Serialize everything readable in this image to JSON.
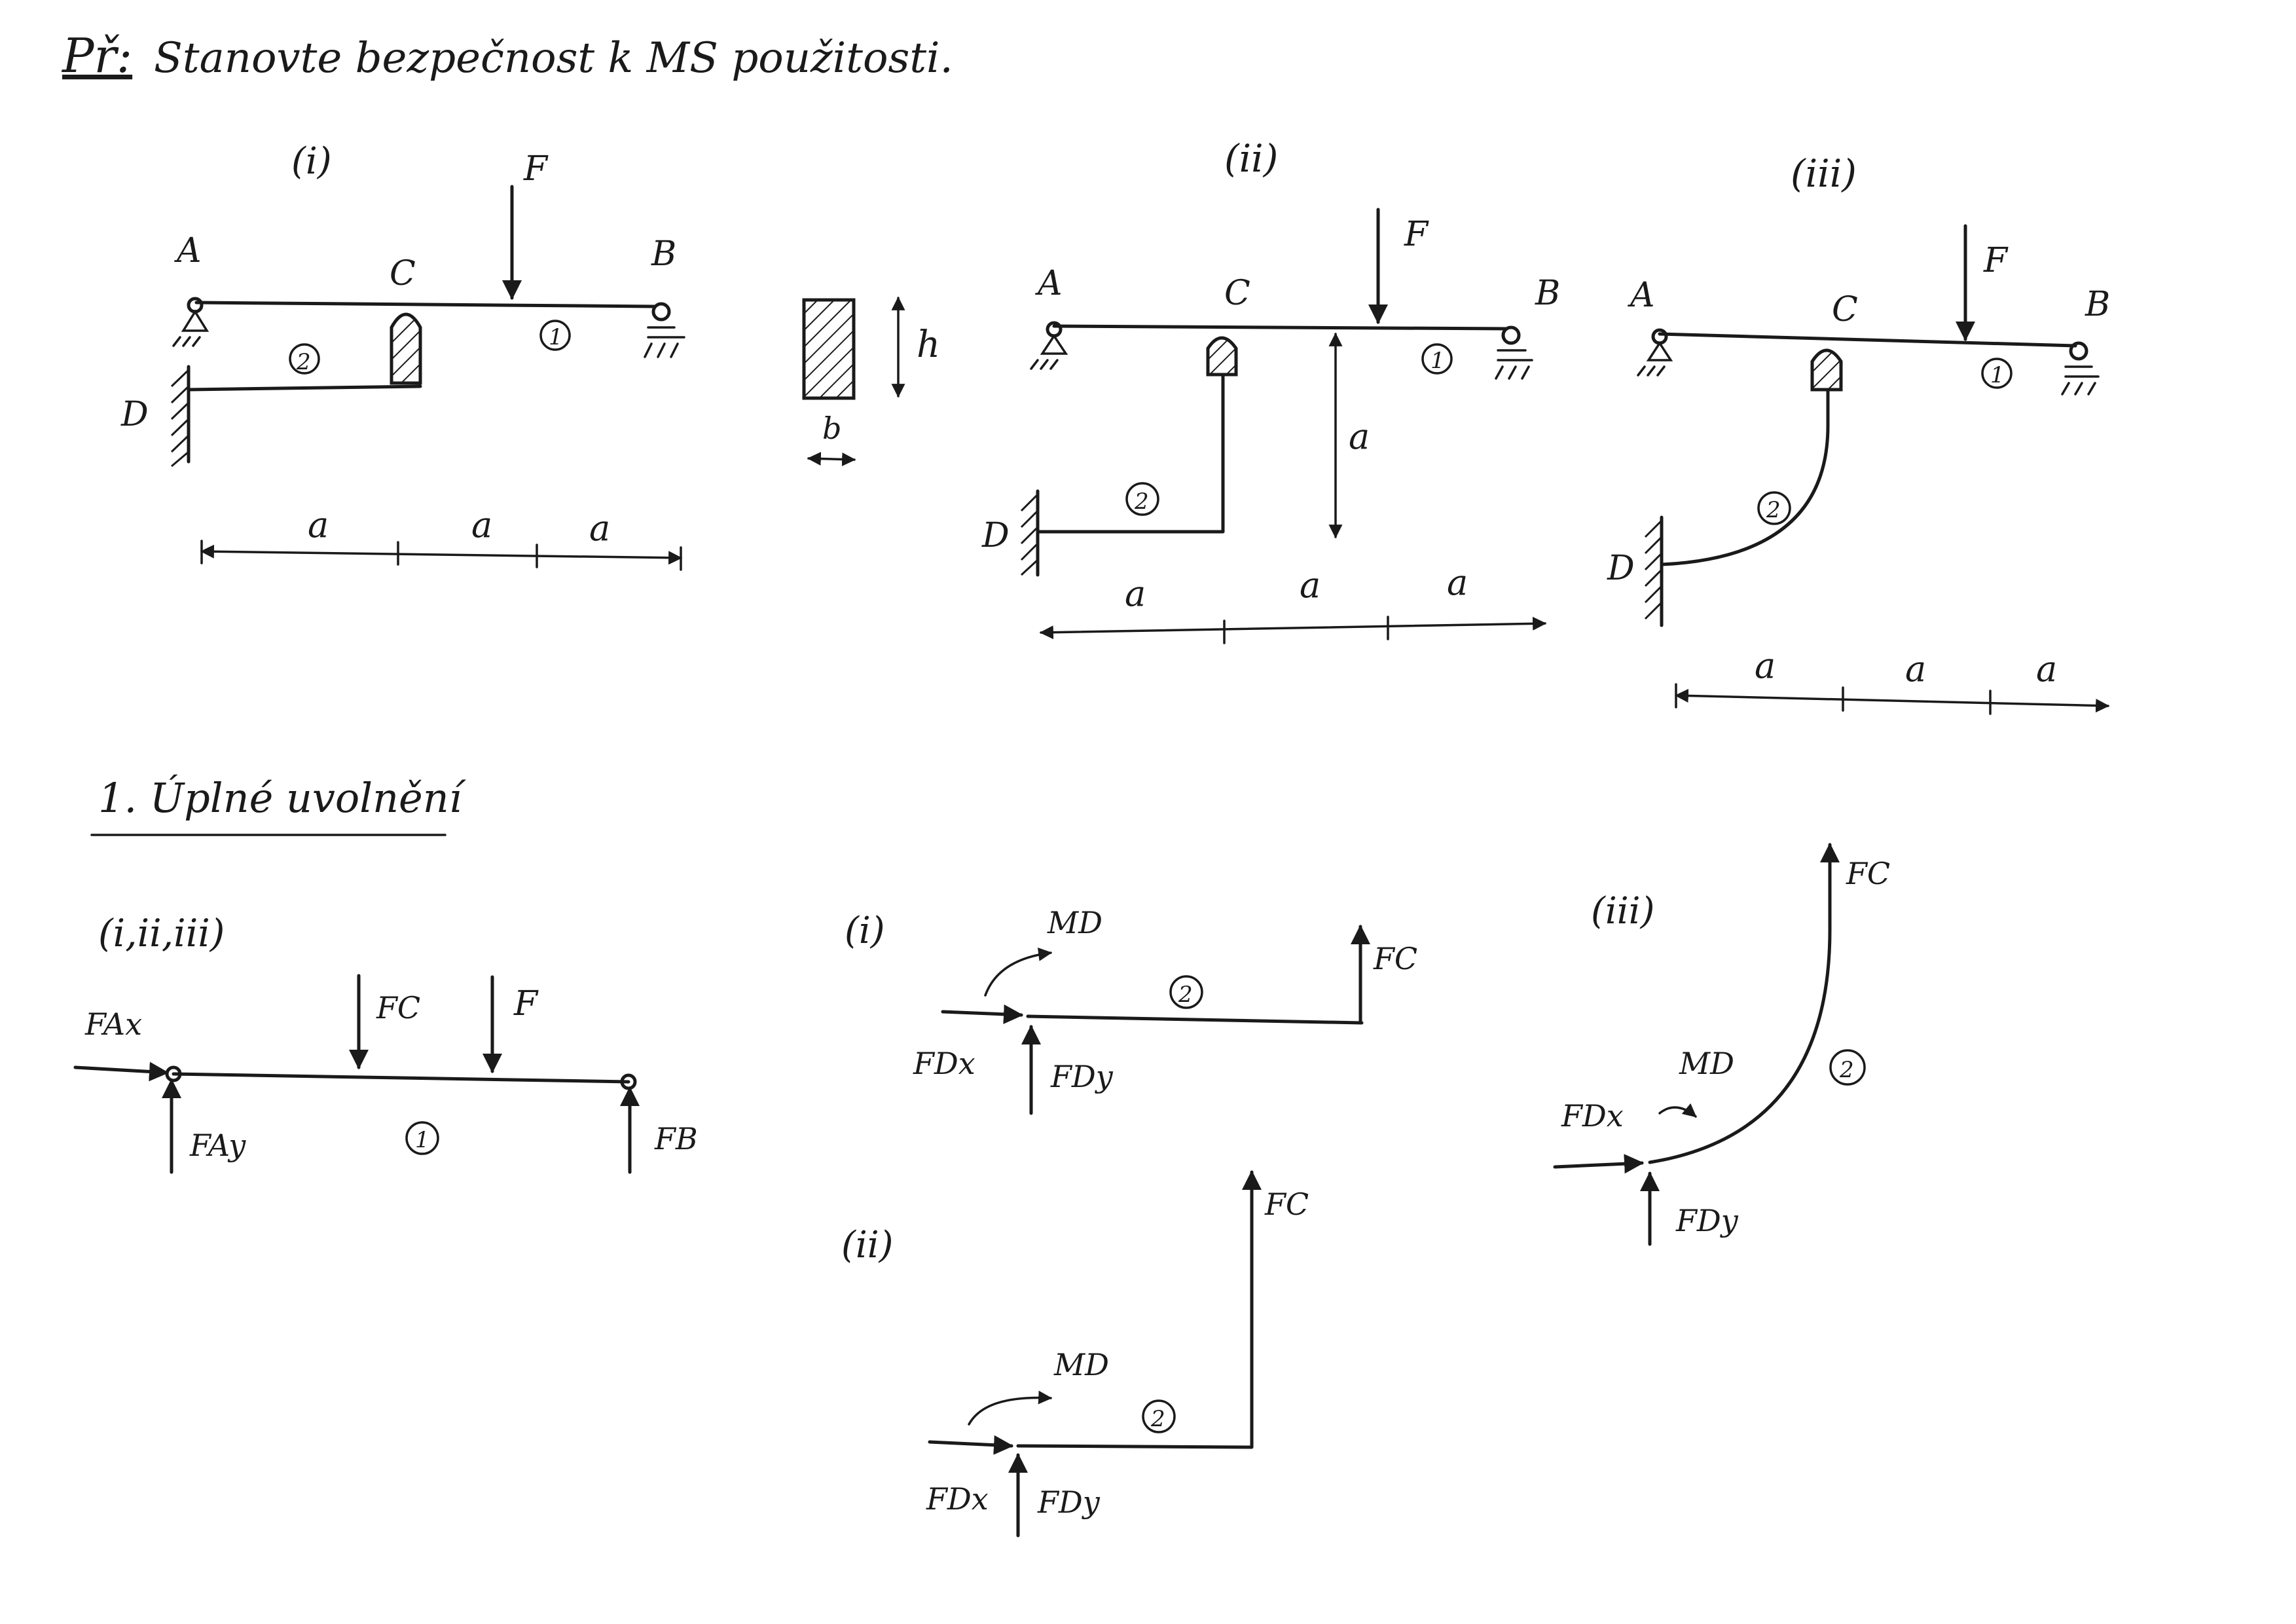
{
  "header": {
    "label": "Př:",
    "text": "Stanovte bezpečnost k MS použitosti."
  },
  "variants": {
    "i": "(i)",
    "ii": "(ii)",
    "iii": "(iii)",
    "all": "(i,ii,iii)"
  },
  "points": {
    "A": "A",
    "B": "B",
    "C": "C",
    "D": "D"
  },
  "members": {
    "one": "1",
    "two": "2"
  },
  "dims": {
    "a": "a",
    "h": "h",
    "b": "b"
  },
  "section_title": "1. Úplné uvolnění",
  "forces": {
    "F": "F",
    "FAx": "FAx",
    "FAy": "FAy",
    "FB": "FB",
    "FC": "FC",
    "FDx": "FDx",
    "FDy": "FDy",
    "MD": "MD"
  }
}
